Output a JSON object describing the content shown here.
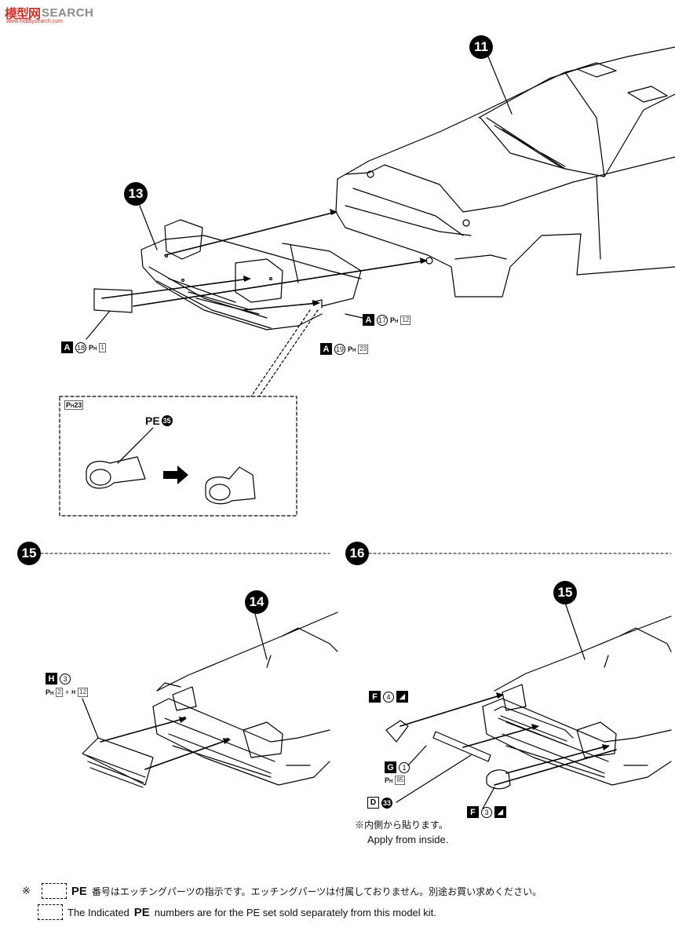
{
  "watermark": {
    "logo": "模型网",
    "text": "SEARCH",
    "url": "www.hobbysearch.com"
  },
  "steps": {
    "s11": "11",
    "s13": "13",
    "s14": "14",
    "s15": "15",
    "s16": "16",
    "s15b": "15"
  },
  "parts": {
    "a18": {
      "letter": "A",
      "num": "18",
      "ph": "P",
      "phsub": "H",
      "box": "1"
    },
    "a17": {
      "letter": "A",
      "num": "17",
      "ph": "P",
      "phsub": "H",
      "box": "12"
    },
    "a19": {
      "letter": "A",
      "num": "19",
      "ph": "P",
      "phsub": "H",
      "box": "23"
    },
    "inset": {
      "ph": "P",
      "phsub": "H",
      "box": "23",
      "pe": "PE",
      "pe_num": "35"
    },
    "h3": {
      "letter": "H",
      "num": "3",
      "ph": "P",
      "phsub": "H",
      "box1": "2",
      "plus": "+",
      "h": "H",
      "box2": "12"
    },
    "f4": {
      "letter": "F",
      "num": "4"
    },
    "g1": {
      "letter": "G",
      "num": "1",
      "ph": "P",
      "phsub": "H",
      "box": "95"
    },
    "d33": {
      "letter": "D",
      "num": "33"
    },
    "f3": {
      "letter": "F",
      "num": "3"
    }
  },
  "notes": {
    "jp": "※内側から貼ります。",
    "en": "Apply from inside."
  },
  "footer": {
    "mark": "※",
    "pe": "PE",
    "jp": "番号はエッチングパーツの指示です。エッチングパーツは付属しておりません。別途お買い求めください。",
    "en_pre": "The Indicated",
    "en_post": "numbers are for the PE set sold separately from this model kit."
  },
  "icons": [
    "arrow-right-icon",
    "paint-brush-icon"
  ]
}
